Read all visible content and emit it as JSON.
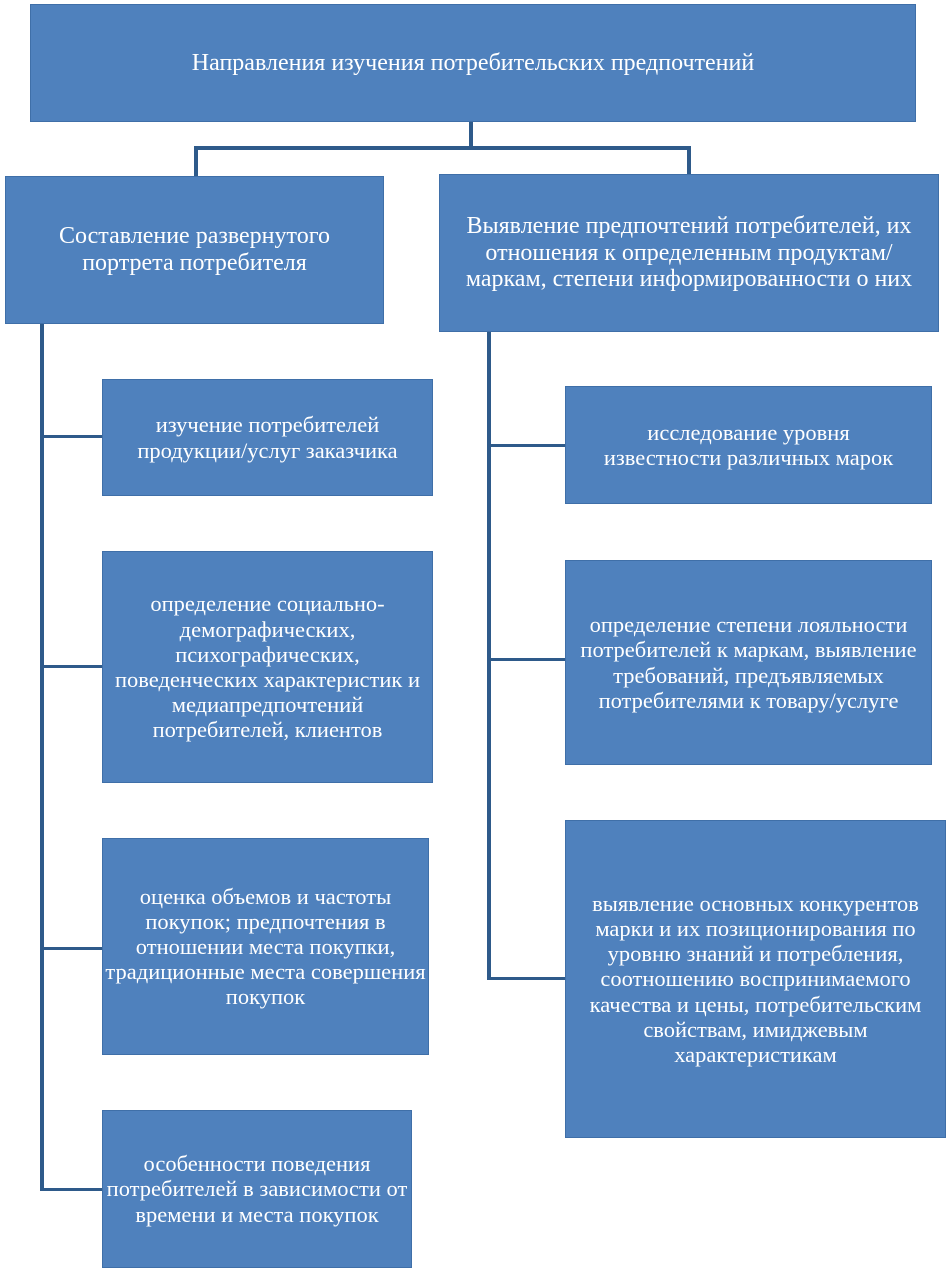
{
  "root": {
    "text": "Направления изучения потребительских предпочтений"
  },
  "left": {
    "title": "Составление развернутого портрета потребителя",
    "items": [
      "изучение потребителей продукции/услуг заказчика",
      "определение социально-демографических, психографических, поведенческих характеристик и медиапредпочтений потребителей, клиентов",
      "оценка объемов и частоты покупок; предпочтения в отношении места покупки, традиционные места совершения покупок",
      "особенности поведения потребителей в зависимости от времени и места покупок"
    ]
  },
  "right": {
    "title": "Выявление предпочтений потребителей, их отношения к определенным продуктам/маркам, степени информированности о них",
    "items": [
      "исследование уровня известности различных марок",
      "определение степени лояльности потребителей к маркам, выявление требований, предъявляемых потребителями к товару/услуге",
      "выявление основных конкурентов марки и их позиционирования по уровню знаний и потребления, соотношению воспринимаемого качества и цены, потребительским свойствам, имиджевым характеристикам"
    ]
  },
  "colors": {
    "box": "#4f81bd",
    "connector": "#2e5a8a",
    "text": "#ffffff"
  }
}
